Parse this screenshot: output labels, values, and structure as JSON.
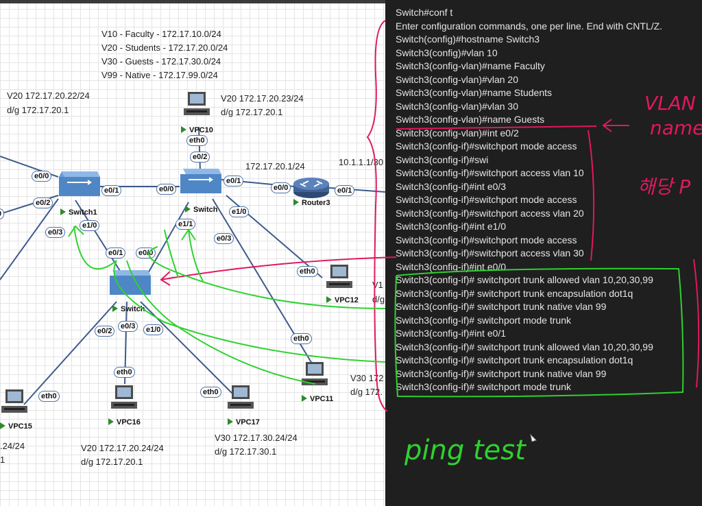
{
  "vlan_legend": [
    "V10 - Faculty -  172.17.10.0/24",
    "V20 - Students - 172.17.20.0/24",
    "V30 - Guests  - 172.17.30.0/24",
    "V99 - Native - 172.17.99.0/24"
  ],
  "notes": {
    "left_top_1": "V20 172.17.20.22/24",
    "left_top_2": "d/g 172.17.20.1",
    "vpc10_1": "V20 172.17.20.23/24",
    "vpc10_2": "d/g 172.17.20.1",
    "router_ip": "172.17.20.1/24",
    "router_wan": "10.1.1.1/30",
    "vpc12_1": "V1",
    "vpc12_2": "d/g",
    "vpc11_1": "V30 172",
    "vpc11_2": "d/g 172.",
    "vpc15_1": ".24/24",
    "vpc15_2": "1",
    "vpc16_1": "V20 172.17.20.24/24",
    "vpc16_2": "d/g 172.17.20.1",
    "vpc17_1": "V30 172.17.30.24/24",
    "vpc17_2": "d/g 172.17.30.1"
  },
  "devices": {
    "switch1": "Switch1",
    "switch_center": "Switch",
    "switch_bottom": "Switch",
    "router": "Router3",
    "vpc10": "VPC10",
    "vpc11": "VPC11",
    "vpc12": "VPC12",
    "vpc15": "VPC15",
    "vpc16": "VPC16",
    "vpc17": "VPC17"
  },
  "ports": {
    "s1_e00": "e0/0",
    "s1_e02": "e0/2",
    "s1_e01": "e0/1",
    "s1_e03": "e0/3",
    "s1_e10": "e1/0",
    "sc_e00": "e0/0",
    "sc_e01": "e0/1",
    "sc_e10": "e1/0",
    "sc_e03": "e0/3",
    "sc_e11": "e1/1",
    "r_e00": "e0/0",
    "r_e01": "e0/1",
    "vpc10_eth0": "eth0",
    "vpc10_e02": "e0/2",
    "sb_e01": "e0/1",
    "sb_e00": "e0/0",
    "sb_e02": "e0/2",
    "sb_e03": "e0/3",
    "sb_e10": "e1/0",
    "vpc12_eth0": "eth0",
    "vpc11_eth0": "eth0",
    "vpc15_eth0": "eth0",
    "vpc16_eth0": "eth0",
    "vpc17_eth0": "eth0",
    "left_e00": "0"
  },
  "terminal_lines": [
    "Switch#conf t",
    "Enter configuration commands, one per line.  End with CNTL/Z.",
    "Switch(config)#hostname Switch3",
    "Switch3(config)#vlan 10",
    "Switch3(config-vlan)#name Faculty",
    "Switch3(config-vlan)#vlan 20",
    "Switch3(config-vlan)#name Students",
    "Switch3(config-vlan)#vlan 30",
    "Switch3(config-vlan)#name Guests",
    "Switch3(config-vlan)#int e0/2",
    "Switch3(config-if)#switchport mode access",
    "Switch3(config-if)#swi",
    "Switch3(config-if)#switchport access vlan 10",
    "Switch3(config-if)#int e0/3",
    "Switch3(config-if)#switchport mode access",
    "Switch3(config-if)#switchport access vlan 20",
    "Switch3(config-if)#int e1/0",
    "Switch3(config-if)#switchport mode access",
    "Switch3(config-if)#switchport access vlan 30",
    "Switch3(config-if)#int e0/0",
    "Switch3(config-if)# switchport trunk allowed vlan 10,20,30,99",
    "Switch3(config-if)# switchport trunk encapsulation dot1q",
    "Switch3(config-if)# switchport trunk native vlan 99",
    "Switch3(config-if)# switchport mode trunk",
    "Switch3(config-if)#int e0/1",
    "Switch3(config-if)# switchport trunk allowed vlan 10,20,30,99",
    "Switch3(config-if)# switchport trunk encapsulation dot1q",
    "Switch3(config-if)# switchport trunk native vlan 99",
    "Switch3(config-if)# switchport mode trunk"
  ],
  "annotations": {
    "vlan_note_1": "VLAN",
    "vlan_note_2": "name",
    "korean_note": "해당 P",
    "ping_test": "ping test"
  },
  "colors": {
    "terminal_bg": "#1f1f1f",
    "terminal_text": "#e6e6e6",
    "pink_annotation": "#e0185f",
    "green_annotation": "#2fd12f",
    "link_line": "#3d5a8a"
  }
}
